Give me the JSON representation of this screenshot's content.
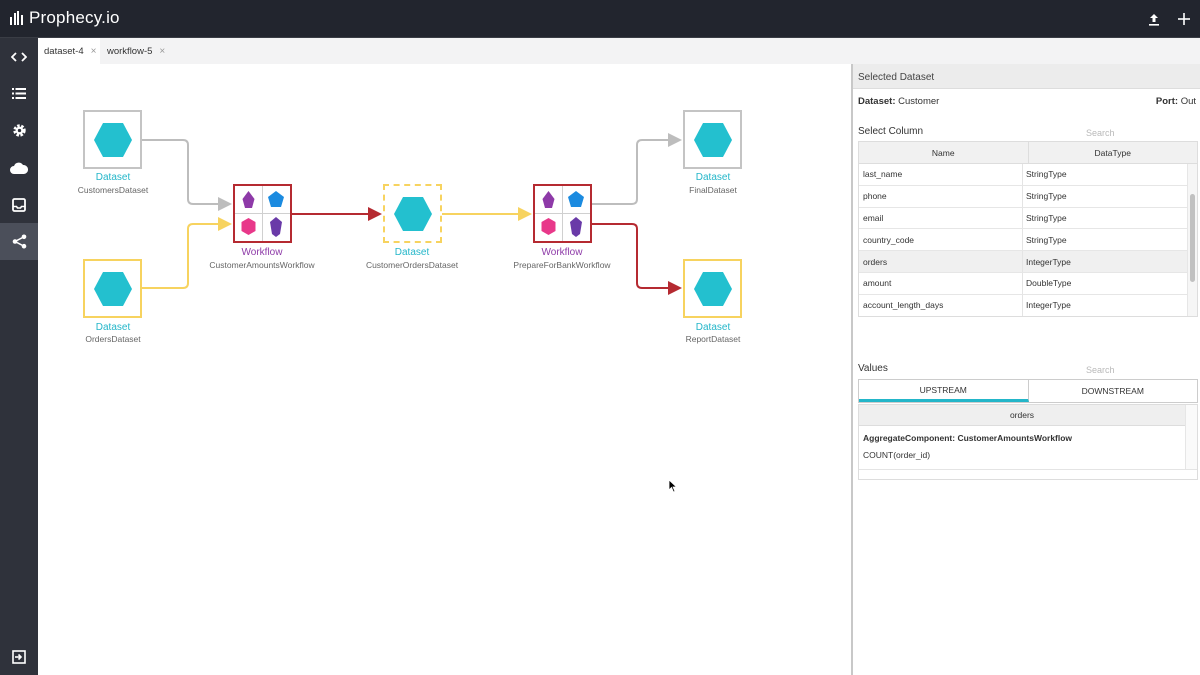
{
  "app": {
    "title": "Prophecy.io"
  },
  "topbar": {
    "upload_icon": "upload-icon",
    "add_icon": "plus-icon"
  },
  "sidebar": {
    "items": [
      {
        "name": "code-icon"
      },
      {
        "name": "list-icon"
      },
      {
        "name": "gear-icon"
      },
      {
        "name": "cloud-icon"
      },
      {
        "name": "inbox-icon"
      },
      {
        "name": "share-icon",
        "active": true
      }
    ],
    "exit_icon": "exit-icon"
  },
  "tabs": [
    {
      "label": "dataset-4",
      "close": "×",
      "active": true
    },
    {
      "label": "workflow-5",
      "close": "×",
      "active": false
    }
  ],
  "graph": {
    "colors": {
      "dataset": "#23b6c9",
      "workflow": "#8e3aa8",
      "active_edge": "#b52a31",
      "input_edge": "#f7d35f",
      "plain_edge": "#bdbdbd"
    },
    "nodes": [
      {
        "id": "customers",
        "type": "Dataset",
        "label": "CustomersDataset"
      },
      {
        "id": "orders",
        "type": "Dataset",
        "label": "OrdersDataset"
      },
      {
        "id": "wf1",
        "type": "Workflow",
        "label": "CustomerAmountsWorkflow"
      },
      {
        "id": "custorders",
        "type": "Dataset",
        "label": "CustomerOrdersDataset"
      },
      {
        "id": "wf2",
        "type": "Workflow",
        "label": "PrepareForBankWorkflow"
      },
      {
        "id": "final",
        "type": "Dataset",
        "label": "FinalDataset"
      },
      {
        "id": "report",
        "type": "Dataset",
        "label": "ReportDataset"
      }
    ]
  },
  "panel": {
    "title": "Selected Dataset",
    "dataset_label": "Dataset:",
    "dataset_value": "Customer",
    "port_label": "Port:",
    "port_value": "Out",
    "select_column": "Select Column",
    "search_placeholder": "Search",
    "columns": {
      "name": "Name",
      "type": "DataType"
    },
    "rows": [
      {
        "name": "last_name",
        "type": "StringType"
      },
      {
        "name": "phone",
        "type": "StringType"
      },
      {
        "name": "email",
        "type": "StringType"
      },
      {
        "name": "country_code",
        "type": "StringType"
      },
      {
        "name": "orders",
        "type": "IntegerType",
        "selected": true
      },
      {
        "name": "amount",
        "type": "DoubleType"
      },
      {
        "name": "account_length_days",
        "type": "IntegerType"
      }
    ],
    "values_label": "Values",
    "values_search_placeholder": "Search",
    "upstream": "UPSTREAM",
    "downstream": "DOWNSTREAM",
    "value_header": "orders",
    "component": "AggregateComponent: CustomerAmountsWorkflow",
    "expression": "COUNT(order_id)"
  }
}
